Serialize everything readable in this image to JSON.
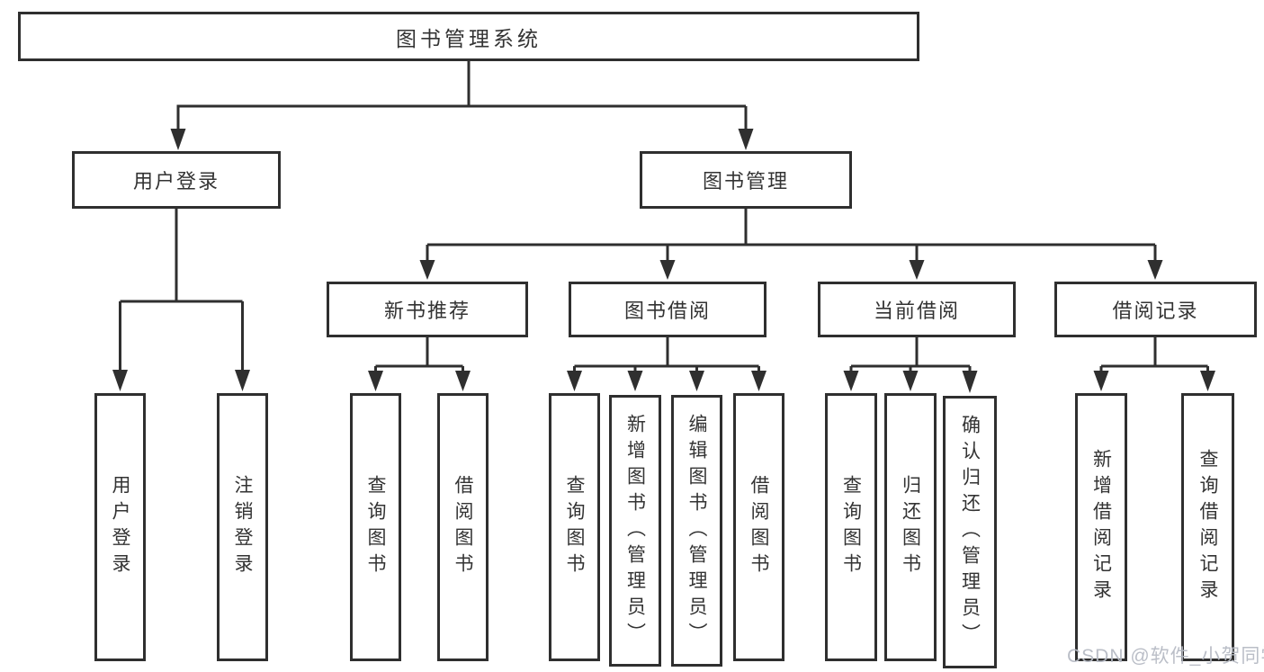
{
  "nodes": {
    "root": "图书管理系统",
    "userLogin": "用户登录",
    "bookManagement": "图书管理",
    "newBookRecommend": "新书推荐",
    "bookBorrow": "图书借阅",
    "currentBorrow": "当前借阅",
    "borrowRecord": "借阅记录",
    "leafUserLogin": "用户登录",
    "leafLogout": "注销登录",
    "leafRecommendQuery": "查询图书",
    "leafRecommendBorrow": "借阅图书",
    "leafBorrowQuery": "查询图书",
    "leafBorrowAdd": "新增图书（管理员）",
    "leafBorrowEdit": "编辑图书（管理员）",
    "leafBorrowBorrow": "借阅图书",
    "leafCurrentQuery": "查询图书",
    "leafCurrentReturn": "归还图书",
    "leafCurrentConfirm": "确认归还（管理员）",
    "leafRecordAdd": "新增借阅记录",
    "leafRecordQuery": "查询借阅记录"
  },
  "watermark": "CSDN @软件_小贺同学",
  "colors": {
    "line": "#2f2f2f",
    "text": "#333333",
    "background": "#ffffff",
    "watermark": "#b6bac4"
  }
}
